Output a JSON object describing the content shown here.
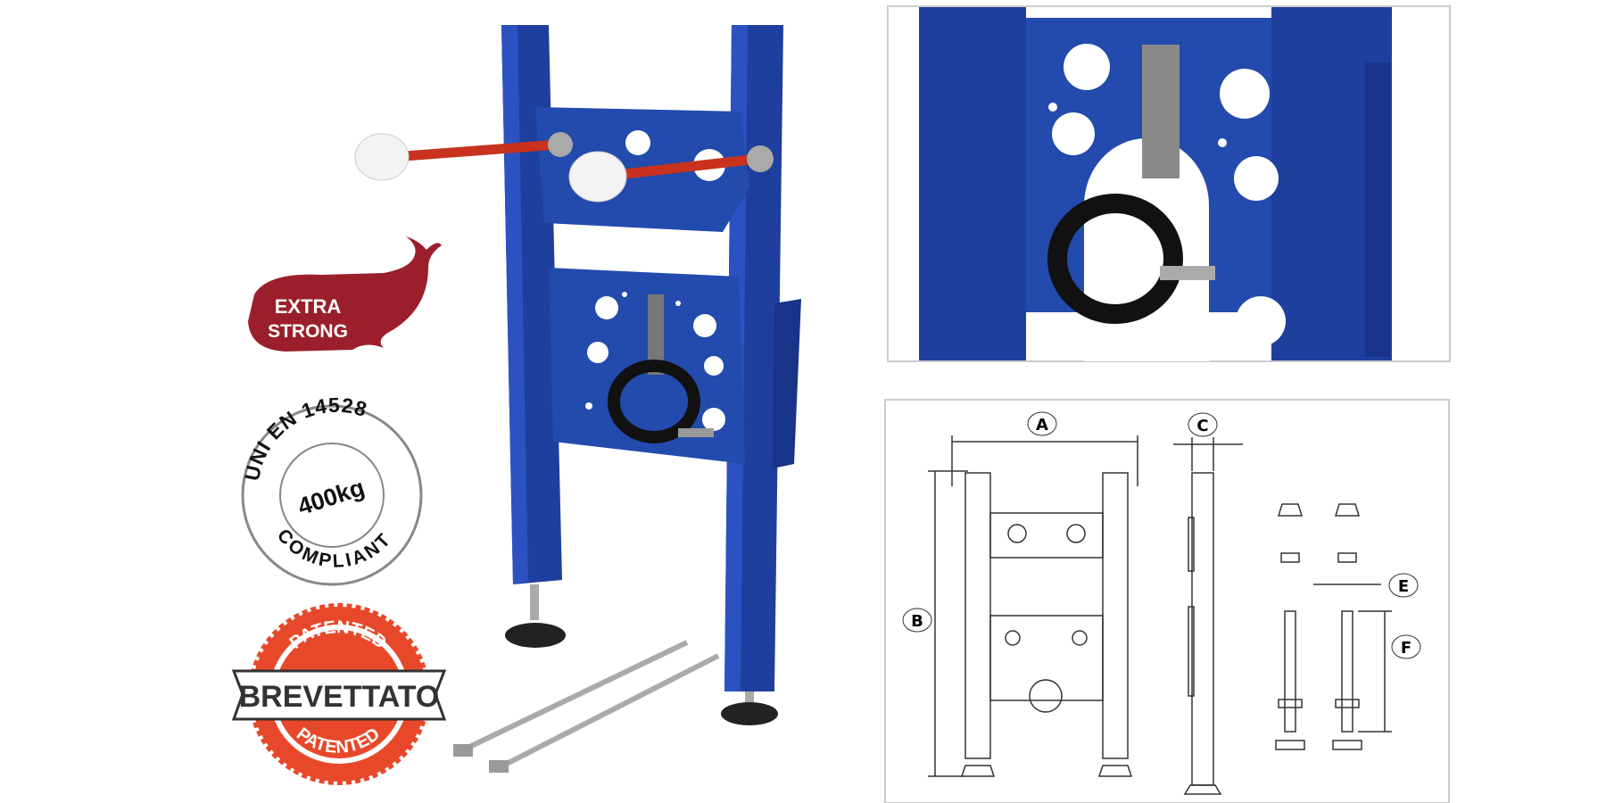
{
  "badges": {
    "extra_strong": {
      "line1": "EXTRA",
      "line2": "STRONG"
    },
    "standard": {
      "top": "UNI EN 14528",
      "center": "400kg",
      "bottom": "COMPLIANT"
    },
    "patent": {
      "top": "PATENTED",
      "center": "BREVETTATO",
      "bottom": "PATENTED"
    }
  },
  "diagram": {
    "labels": [
      "A",
      "B",
      "C",
      "E",
      "F"
    ]
  },
  "colors": {
    "frame_blue": "#1f3f9e",
    "rod_red": "#c8321e",
    "whale_red": "#9b1f2a",
    "patent_orange": "#e8482a"
  }
}
